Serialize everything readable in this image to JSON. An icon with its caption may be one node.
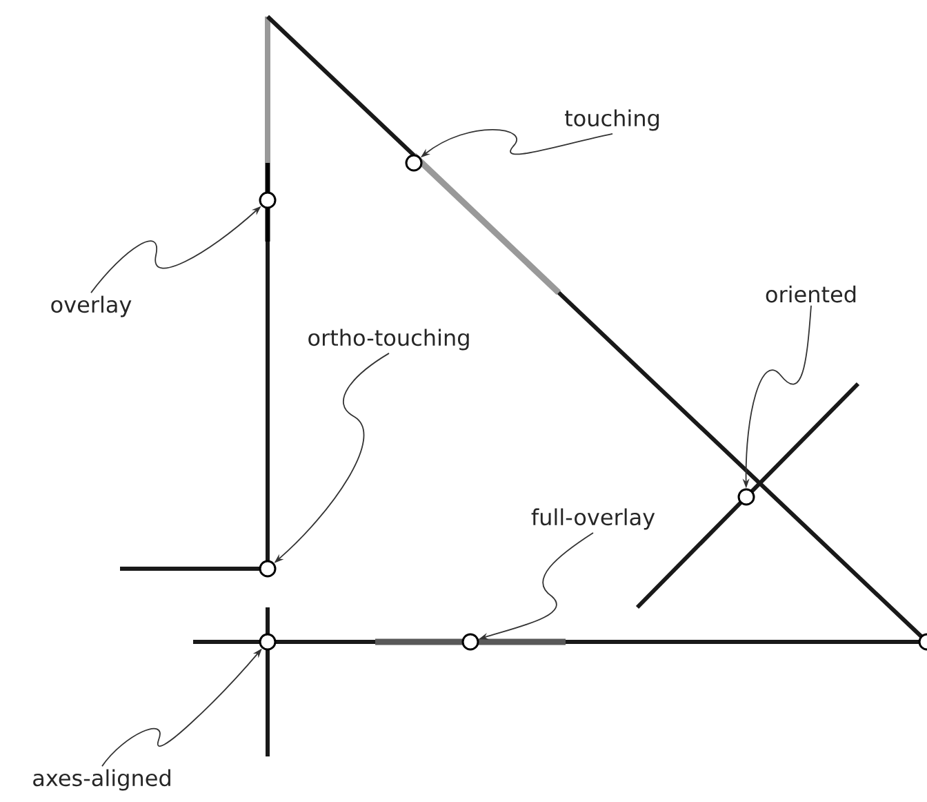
{
  "diagram": {
    "nodes": [
      {
        "text": [
          "touching"
        ]
      },
      {
        "text": [
          "overlay"
        ]
      },
      {
        "text": [
          "oriented"
        ]
      },
      {
        "text": [
          "ortho-touching"
        ]
      },
      {
        "text": [
          "full-overlay"
        ]
      },
      {
        "text": [
          "axes-aligned"
        ]
      },
      {
        "text": [],
        "shape": "circle"
      },
      {
        "text": [],
        "shape": "circle"
      },
      {
        "text": [],
        "shape": "circle"
      },
      {
        "text": [],
        "shape": "circle"
      },
      {
        "text": [],
        "shape": "circle"
      },
      {
        "text": [],
        "shape": "circle"
      },
      {
        "text": [],
        "shape": "circle"
      }
    ],
    "edges": [
      {
        "from": 0,
        "to": 6,
        "arrow": "to"
      },
      {
        "from": 1,
        "to": 7,
        "arrow": "to"
      },
      {
        "from": 2,
        "to": 8,
        "arrow": "to"
      },
      {
        "from": 3,
        "to": 9,
        "arrow": "to"
      },
      {
        "from": 4,
        "to": 10,
        "arrow": "to"
      },
      {
        "from": 5,
        "to": 11,
        "arrow": "to"
      }
    ]
  }
}
